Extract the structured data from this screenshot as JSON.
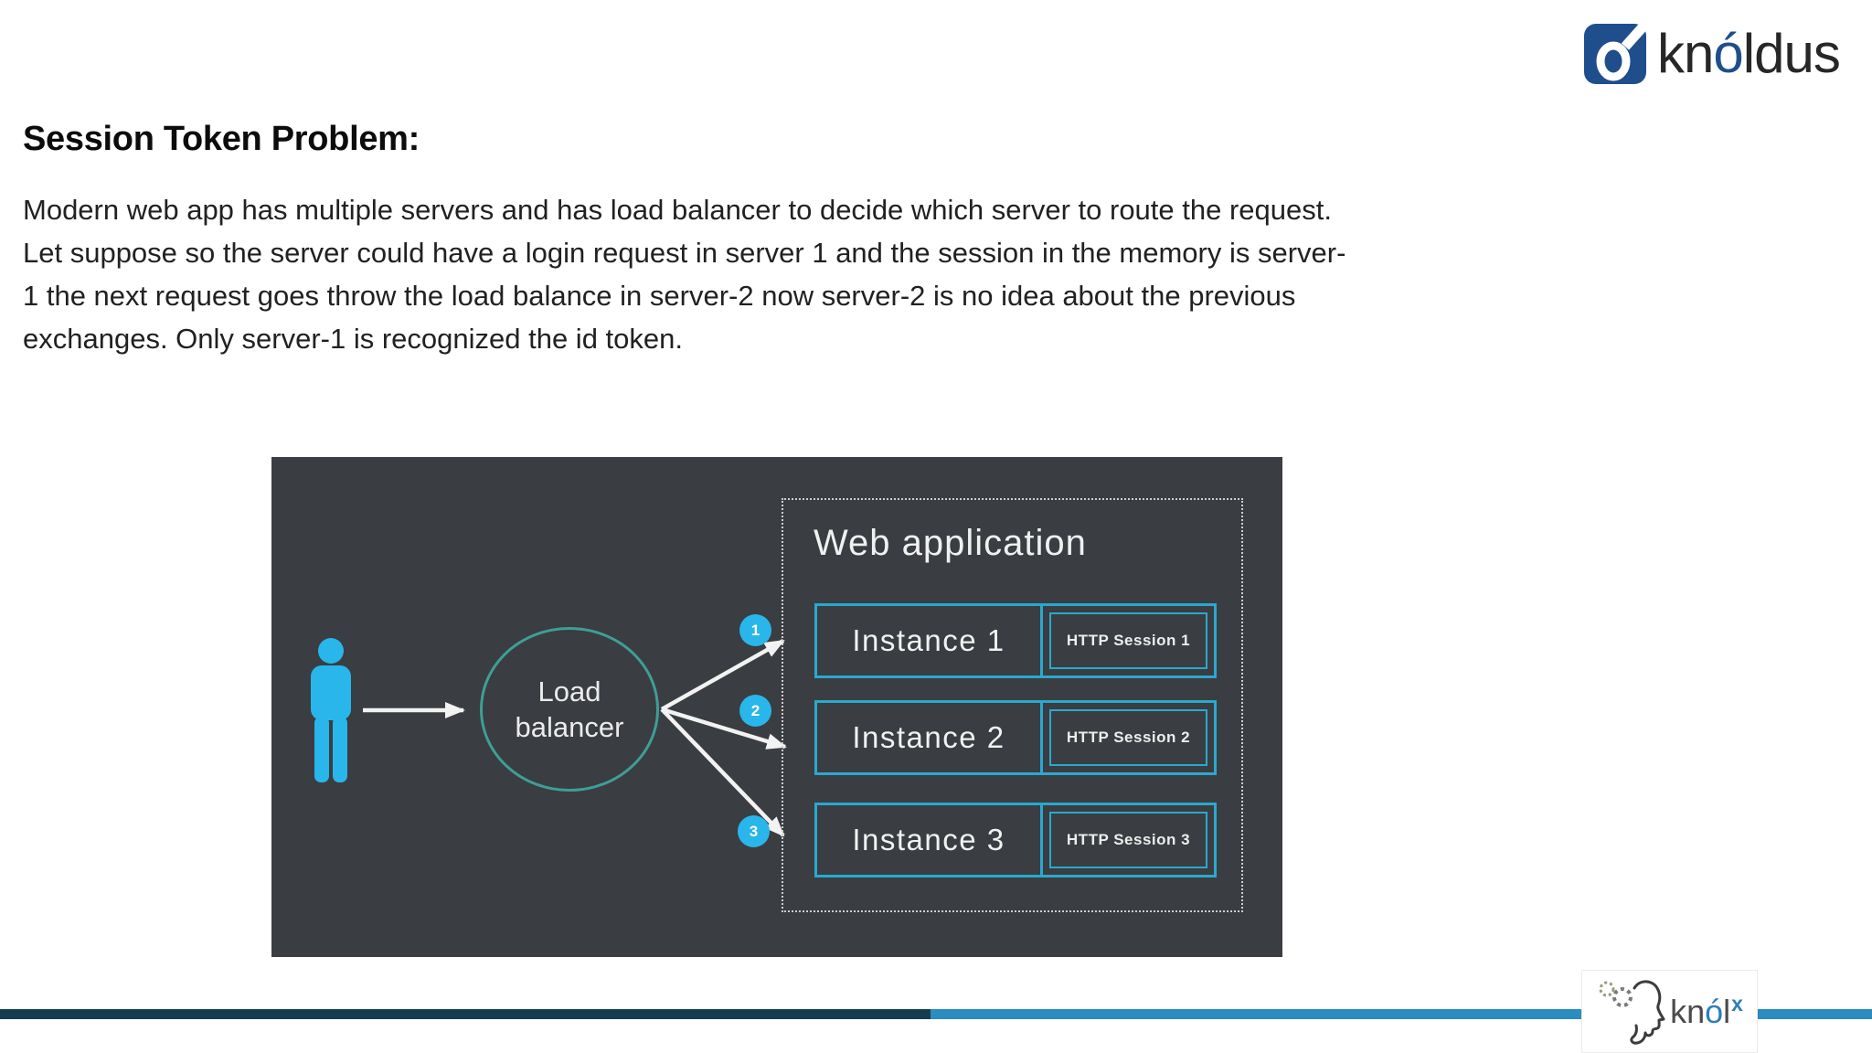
{
  "brand": {
    "prefix": "kn",
    "accent_letter": "ó",
    "suffix": "ldus",
    "icon_color": "#1f4e8c",
    "text_color": "#272727"
  },
  "content": {
    "heading": "Session Token Problem:",
    "paragraph": "Modern web app has multiple servers and has load balancer to decide which server to route the request. Let suppose so the server could have a login request in server 1 and the session in the memory is server-1 the next request goes throw the load balance in server-2 now server-2 is no idea about the previous exchanges. Only server-1 is recognized the id token."
  },
  "diagram": {
    "load_balancer": {
      "line1": "Load",
      "line2": "balancer"
    },
    "web_application_label": "Web application",
    "instances": [
      {
        "number": "1",
        "label": "Instance 1",
        "session": "HTTP Session 1"
      },
      {
        "number": "2",
        "label": "Instance 2",
        "session": "HTTP Session 2"
      },
      {
        "number": "3",
        "label": "Instance 3",
        "session": "HTTP Session 3"
      }
    ],
    "colors": {
      "background": "#3a3d41",
      "person": "#29b6ea",
      "number_badge": "#29b6ea",
      "instance_border": "#2aa9cf",
      "load_balancer_outline": "#3f9e96",
      "arrow": "#f2f2f2",
      "dotted_border": "#cfcfcf",
      "text": "#f0f0f0"
    }
  },
  "footer": {
    "logo": {
      "prefix": "kn",
      "accent_letter": "ó",
      "suffix": "l",
      "superscript": "x"
    },
    "bar_dark_color": "#163d4f",
    "bar_light_color": "#2b8cc0"
  }
}
